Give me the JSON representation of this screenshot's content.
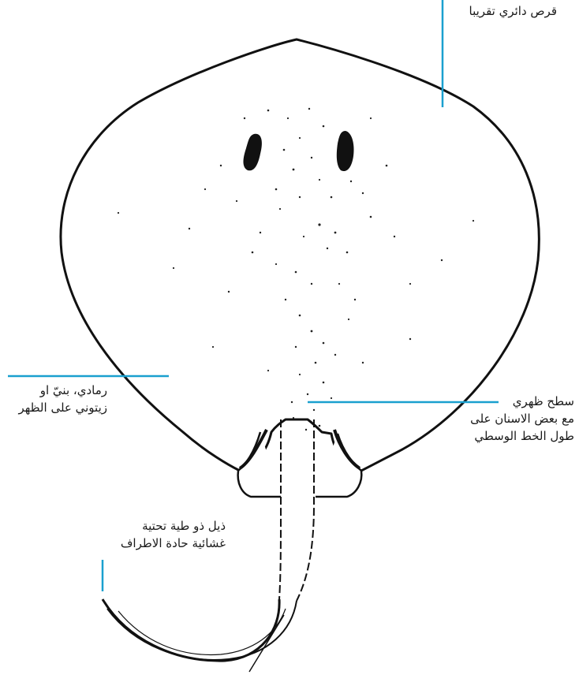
{
  "colors": {
    "leader_line": "#1aa0cf",
    "outline": "#111111",
    "text": "#1a1a1a",
    "background": "#ffffff"
  },
  "annotations": {
    "disc": {
      "lines": [
        "قرص  دائري تقريبا"
      ]
    },
    "color": {
      "lines": [
        "رمادي، بنيّ او",
        "زيتوني على الظهر"
      ]
    },
    "dorsal": {
      "lines": [
        "سطح ظهري",
        "مع بعض الاسنان على",
        "طول الخط الوسطي"
      ]
    },
    "tail": {
      "lines": [
        "ذيل ذو طية تحتية",
        "غشائية حادة الاطراف"
      ]
    }
  }
}
